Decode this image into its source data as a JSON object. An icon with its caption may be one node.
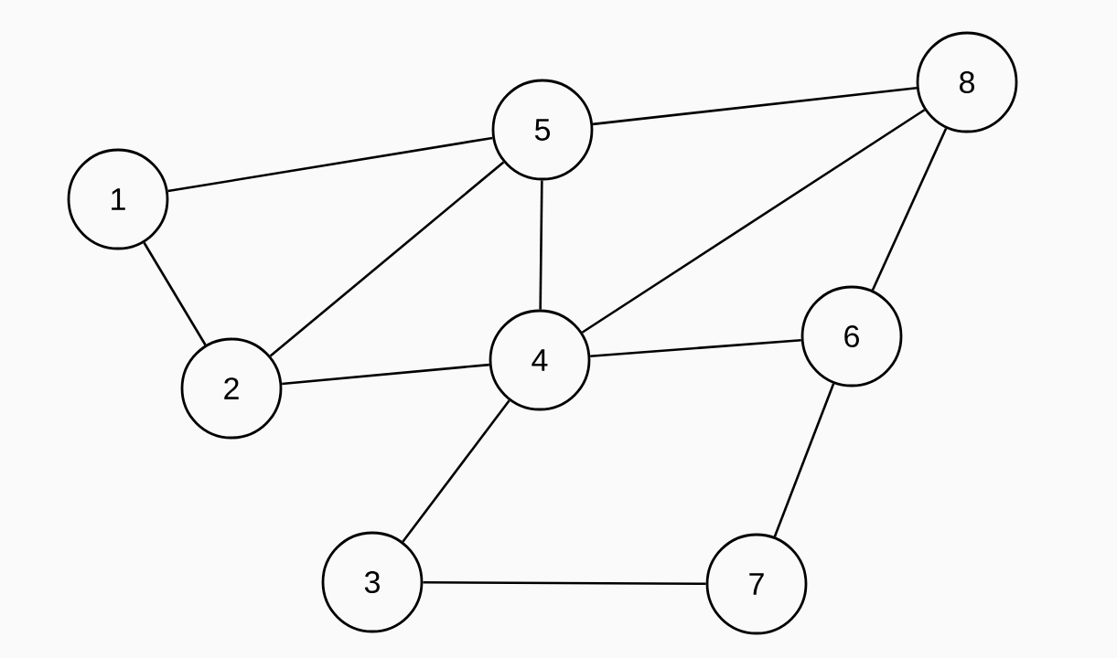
{
  "diagram": {
    "nodes": [
      {
        "text": [
          "1"
        ]
      },
      {
        "text": [
          "2"
        ]
      },
      {
        "text": [
          "3"
        ]
      },
      {
        "text": [
          "4"
        ]
      },
      {
        "text": [
          "5"
        ]
      },
      {
        "text": [
          "6"
        ]
      },
      {
        "text": [
          "7"
        ]
      },
      {
        "text": [
          "8"
        ]
      }
    ],
    "edges": [
      {
        "from": 0,
        "to": 4,
        "arrow": "none"
      },
      {
        "from": 0,
        "to": 1,
        "arrow": "none"
      },
      {
        "from": 1,
        "to": 4,
        "arrow": "none"
      },
      {
        "from": 1,
        "to": 3,
        "arrow": "none"
      },
      {
        "from": 4,
        "to": 3,
        "arrow": "none"
      },
      {
        "from": 4,
        "to": 7,
        "arrow": "none"
      },
      {
        "from": 3,
        "to": 7,
        "arrow": "none"
      },
      {
        "from": 3,
        "to": 5,
        "arrow": "none"
      },
      {
        "from": 7,
        "to": 5,
        "arrow": "none"
      },
      {
        "from": 3,
        "to": 2,
        "arrow": "none"
      },
      {
        "from": 5,
        "to": 6,
        "arrow": "none"
      },
      {
        "from": 2,
        "to": 6,
        "arrow": "none"
      }
    ]
  }
}
